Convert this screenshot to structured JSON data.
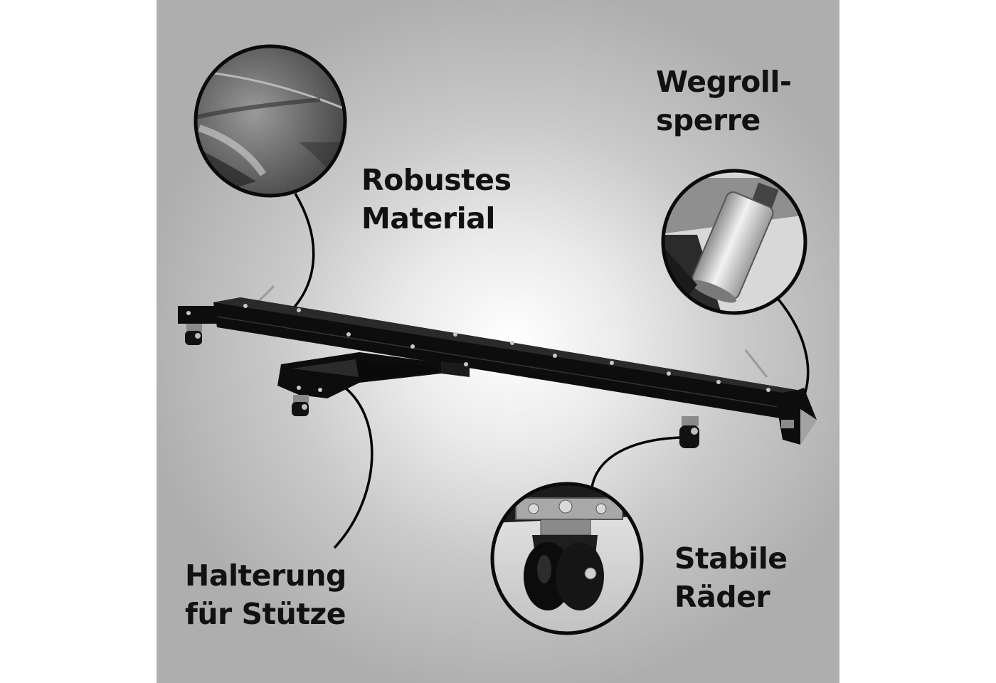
{
  "labels": {
    "material": {
      "line1": "Robustes",
      "line2": "Material"
    },
    "stopper": {
      "line1": "Wegroll-",
      "line2": "sperre"
    },
    "support": {
      "line1": "Halterung",
      "line2": "für Stütze"
    },
    "wheels": {
      "line1": "Stabile",
      "line2": "Räder"
    }
  },
  "colors": {
    "frame": "#0d0d0d",
    "line": "#000000",
    "ring": "#0a0a0a",
    "bolt": "#c8c8c8"
  },
  "icons": {
    "material_detail": "steel-surface-closeup-icon",
    "stopper_detail": "roller-stopper-closeup-icon",
    "wheel_detail": "caster-wheel-closeup-icon",
    "product": "motorcycle-dolly-icon"
  }
}
